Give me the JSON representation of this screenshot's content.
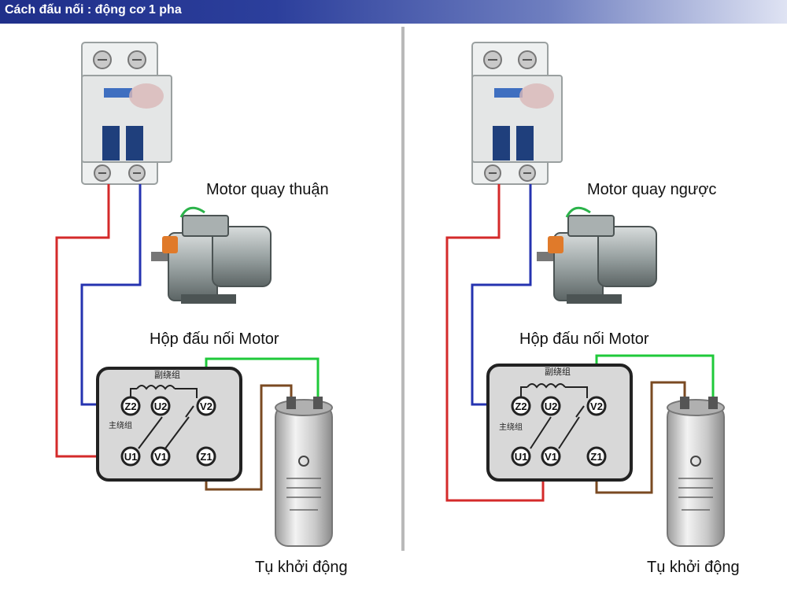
{
  "header": {
    "title": "Cách đấu nối : động cơ 1 pha"
  },
  "colors": {
    "live_wire": "#d42a2a",
    "neutral_wire": "#2533b0",
    "capacitor_wire_green": "#1fc93a",
    "capacitor_wire_brown": "#7a4a22",
    "jumper": "#d23ad6"
  },
  "panels": [
    {
      "title": "Motor quay thuận",
      "box_label": "Hộp đấu nối Motor",
      "capacitor_label": "Tụ khởi động",
      "terminals": {
        "top": [
          "Z2",
          "U2",
          "V2"
        ],
        "bottom": [
          "U1",
          "V1",
          "Z1"
        ]
      },
      "winding_label": "副绕组",
      "main_label": "主绕组"
    },
    {
      "title": "Motor quay ngược",
      "box_label": "Hộp đấu nối Motor",
      "capacitor_label": "Tụ khởi động",
      "terminals": {
        "top": [
          "Z2",
          "U2",
          "V2"
        ],
        "bottom": [
          "U1",
          "V1",
          "Z1"
        ]
      },
      "winding_label": "副绕组",
      "main_label": "主绕组"
    }
  ]
}
